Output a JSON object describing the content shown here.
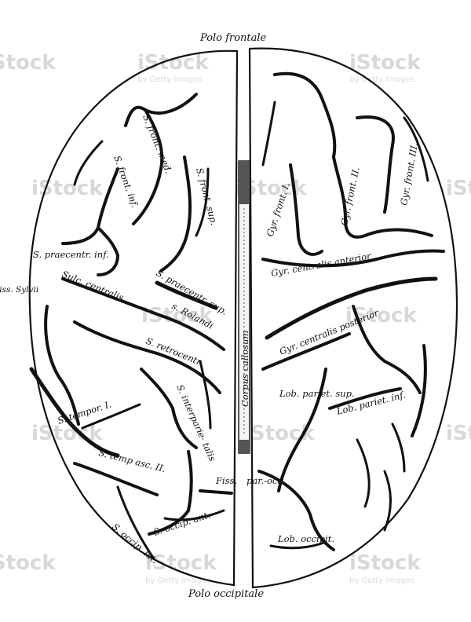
{
  "poles": {
    "frontal": "Polo frontale",
    "occipital": "Polo occipitale"
  },
  "corpus_callosum": "Corpus callosum",
  "left_hemisphere": {
    "labels": {
      "s_front_med": "S. front. med.",
      "s_front_inf": "S. front. inf.",
      "s_front_sup": "S. front. sup.",
      "s_praecentr_inf": "S. praecentr. inf.",
      "sulc_centralis": "Sulc. centralis",
      "s_rolandi": "s. Rolandi",
      "s_praecentr_sup": "S. praecentr. sup.",
      "s_retrocentr": "S. retrocentr.",
      "s_interparietalis": "S. interparie- talis",
      "s_tempor_i": "S. tempor. I.",
      "s_temp_asc_ii": "S. temp asc. II.",
      "fiss": "Fiss.",
      "s_occip_ant": "S. occip. ant.",
      "s_occip_lat": "S. occip. lat.",
      "fiss_sylvii": "Fiss. Sylvii"
    }
  },
  "right_hemisphere": {
    "labels": {
      "gyr_front_i": "Gyr. front. I.",
      "gyr_front_ii": "Gyr. front. II.",
      "gyr_front_iii": "Gyr. front. III.",
      "gyr_centralis_anterior": "Gyr. centralis anterior",
      "gyr_centralis_posterior": "Gyr. centralis posterior",
      "lob_pariet_sup": "Lob. pariet. sup.",
      "lob_pariet_inf": "Lob. pariet. inf.",
      "par_occ": "par.-occ.",
      "lob_occipit": "Lob. occipit."
    }
  },
  "watermark": {
    "brand": "iStock",
    "sub": "by Getty Images"
  }
}
